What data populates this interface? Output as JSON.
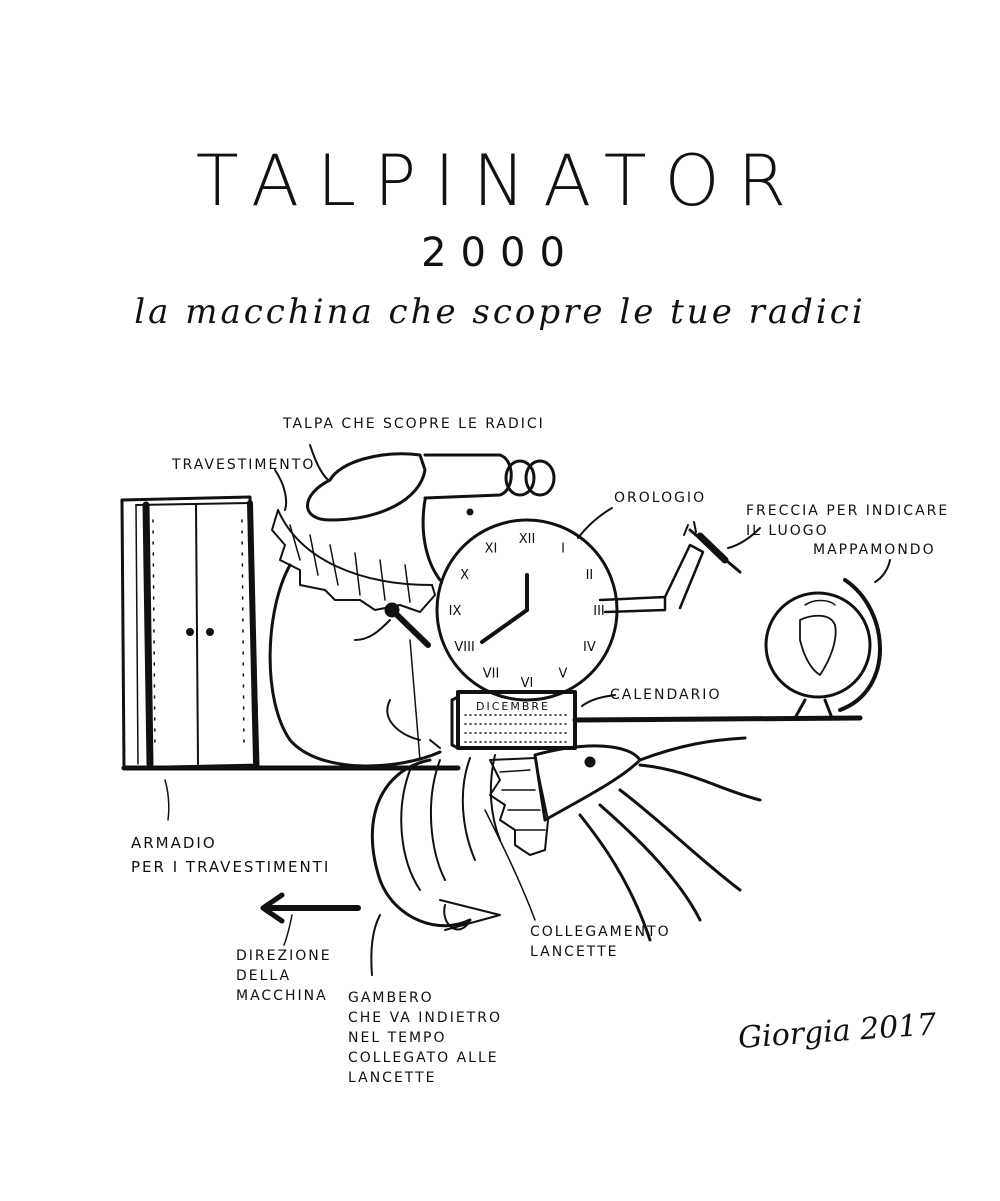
{
  "title": "TALPINATOR",
  "year": "2000",
  "subtitle": "la macchina che scopre le tue radici",
  "signature": "Giorgia 2017",
  "labels": {
    "talpa": "TALPA CHE SCOPRE LE RADICI",
    "travestimento": "TRAVESTIMENTO",
    "orologio": "OROLOGIO",
    "freccia": "FRECCIA PER INDICARE\nIL LUOGO",
    "mappamondo": "MAPPAMONDO",
    "calendario": "CALENDARIO",
    "dicembre": "DICEMBRE",
    "armadio": "ARMADIO\nPER I TRAVESTIMENTI",
    "collegamento": "COLLEGAMENTO\nLANCETTE",
    "direzione": "DIREZIONE\nDELLA\nMACCHINA",
    "gambero": "GAMBERO\nCHE VA INDIETRO\nNEL TEMPO\nCOLLEGATO ALLE\nLANCETTE"
  },
  "clock": {
    "numerals": [
      "XII",
      "I",
      "II",
      "III",
      "IV",
      "V",
      "VI",
      "VII",
      "VIII",
      "IX",
      "X",
      "XI"
    ]
  }
}
